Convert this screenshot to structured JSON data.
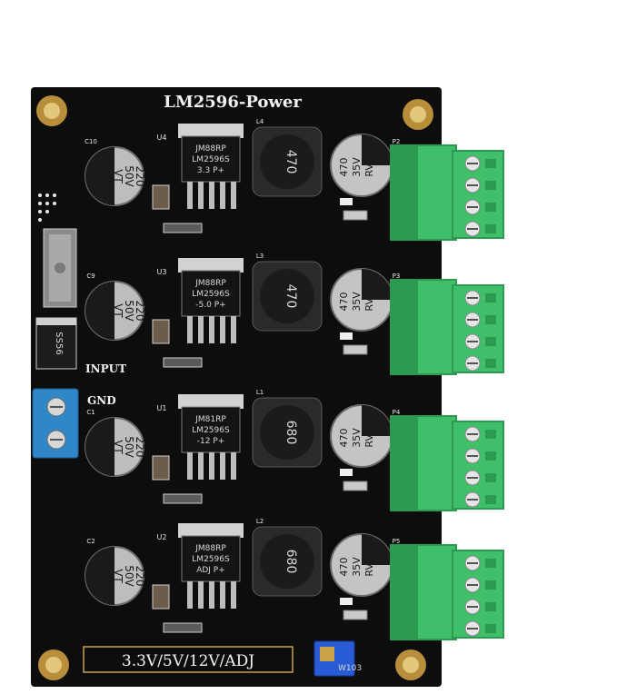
{
  "board": {
    "title": "LM2596-Power",
    "footer": "3.3V/5V/12V/ADJ",
    "input_label": "INPUT",
    "gnd_label": "GND",
    "pot_label": "W103"
  },
  "channels": [
    {
      "ref": "U4",
      "chip": [
        "JM88RP",
        "LM2596S",
        "3.3  P+"
      ],
      "inductor": "470",
      "inductor_ref": "L4",
      "out_cap": [
        "470",
        "35V",
        "RVT"
      ],
      "in_cap": [
        "220",
        "50V",
        "VT"
      ],
      "in_cap_ref": "C10",
      "terminal_ref": "P2"
    },
    {
      "ref": "U3",
      "chip": [
        "JM88RP",
        "LM2596S",
        "-5.0  P+"
      ],
      "inductor": "470",
      "inductor_ref": "L3",
      "out_cap": [
        "470",
        "35V",
        "RVT"
      ],
      "in_cap": [
        "220",
        "50V",
        "VT"
      ],
      "in_cap_ref": "C9",
      "terminal_ref": "P3"
    },
    {
      "ref": "U1",
      "chip": [
        "JM81RP",
        "LM2596S",
        "-12  P+"
      ],
      "inductor": "680",
      "inductor_ref": "L1",
      "out_cap": [
        "470",
        "35V",
        "RVT"
      ],
      "in_cap": [
        "220",
        "50V",
        "VT"
      ],
      "in_cap_ref": "C1",
      "terminal_ref": "P4"
    },
    {
      "ref": "U2",
      "chip": [
        "JM88RP",
        "LM2596S",
        "ADJ  P+"
      ],
      "inductor": "680",
      "inductor_ref": "L2",
      "out_cap": [
        "470",
        "35V",
        "RVT"
      ],
      "in_cap": [
        "220",
        "50V",
        "VT"
      ],
      "in_cap_ref": "C2",
      "terminal_ref": "P5"
    }
  ],
  "diode": "SS56",
  "colors": {
    "pcb": "#0d0d0d",
    "terminal": "#3fbf6a",
    "terminal_dark": "#2c9a50",
    "blue_terminal": "#2f86c8",
    "gold": "#c9a24a",
    "pot": "#2a5bd7"
  }
}
